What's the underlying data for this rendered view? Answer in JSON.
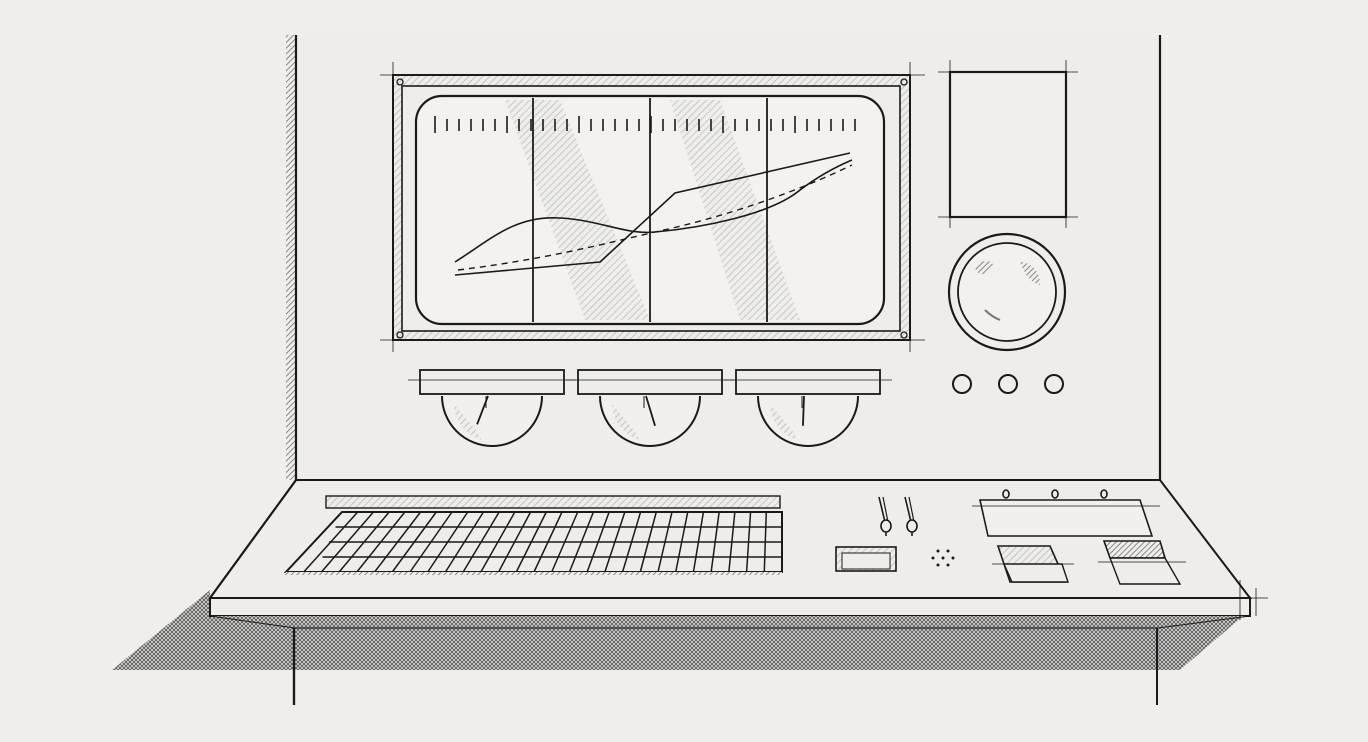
{
  "palette": {
    "background": "#efeeea",
    "ink": "#1a1a1a",
    "panel": "#eeede9",
    "screen": "#f3f2ee",
    "shade": "#8f8f8f"
  },
  "screen": {
    "tick_groups": 3,
    "divisions": 4,
    "traces": [
      "solid-wave",
      "dashed-line",
      "solid-step"
    ]
  },
  "gauges": {
    "count": 3,
    "needle_levels": [
      0.35,
      0.55,
      0.45
    ]
  },
  "indicator_lights": 3,
  "keyboard": {
    "columns": 28,
    "rows": 4
  },
  "toggle_switches": 2,
  "status_leds": 3
}
